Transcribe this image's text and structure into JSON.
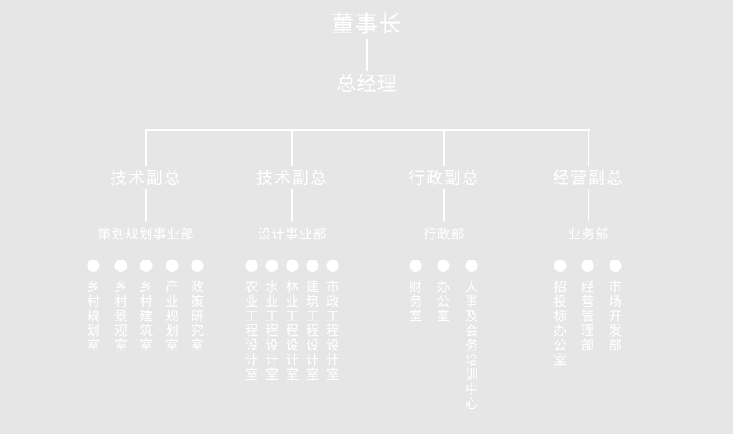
{
  "chairman": "董事长",
  "gm": "总经理",
  "colors": {
    "background": "#e6e6e6",
    "foreground": "#ffffff"
  },
  "branches": [
    {
      "vp": "技术副总",
      "dept": "策划规划事业部",
      "units": [
        "乡村规划室",
        "乡村景观室",
        "乡村建筑室",
        "产业规划室",
        "政策研究室"
      ]
    },
    {
      "vp": "技术副总",
      "dept": "设计事业部",
      "units": [
        "农业工程设计室",
        "水业工程设计室",
        "林业工程设计室",
        "建筑工程设计室",
        "市政工程设计室"
      ]
    },
    {
      "vp": "行政副总",
      "dept": "行政部",
      "units": [
        "财务室",
        "办公室",
        "人事及会务培训中心"
      ]
    },
    {
      "vp": "经营副总",
      "dept": "业务部",
      "units": [
        "招投标办公室",
        "经营管理部",
        "市场开发部"
      ]
    }
  ]
}
